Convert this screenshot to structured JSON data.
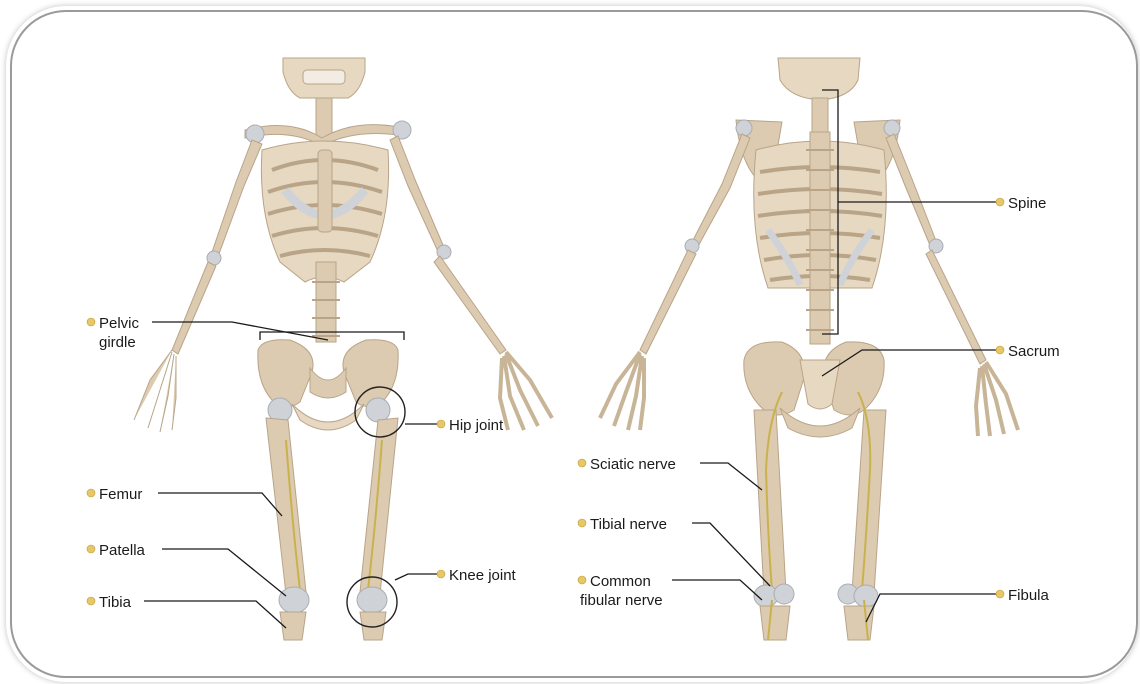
{
  "colors": {
    "bone": "#dccbb0",
    "cartilage": "#cfd3d8",
    "nerve": "#c9b24e",
    "label_dot": "#e8c766",
    "frame_border": "#9a9a9a"
  },
  "anterior_labels": {
    "pelvic_girdle_line1": "Pelvic",
    "pelvic_girdle_line2": "girdle",
    "hip_joint": "Hip joint",
    "femur": "Femur",
    "patella": "Patella",
    "knee_joint": "Knee joint",
    "tibia": "Tibia"
  },
  "posterior_labels": {
    "spine": "Spine",
    "sacrum": "Sacrum",
    "sciatic_nerve": "Sciatic nerve",
    "tibial_nerve": "Tibial nerve",
    "common_fibular_line1": "Common",
    "common_fibular_line2": "fibular nerve",
    "fibula": "Fibula"
  },
  "icons": [
    "label-dot-icon"
  ]
}
